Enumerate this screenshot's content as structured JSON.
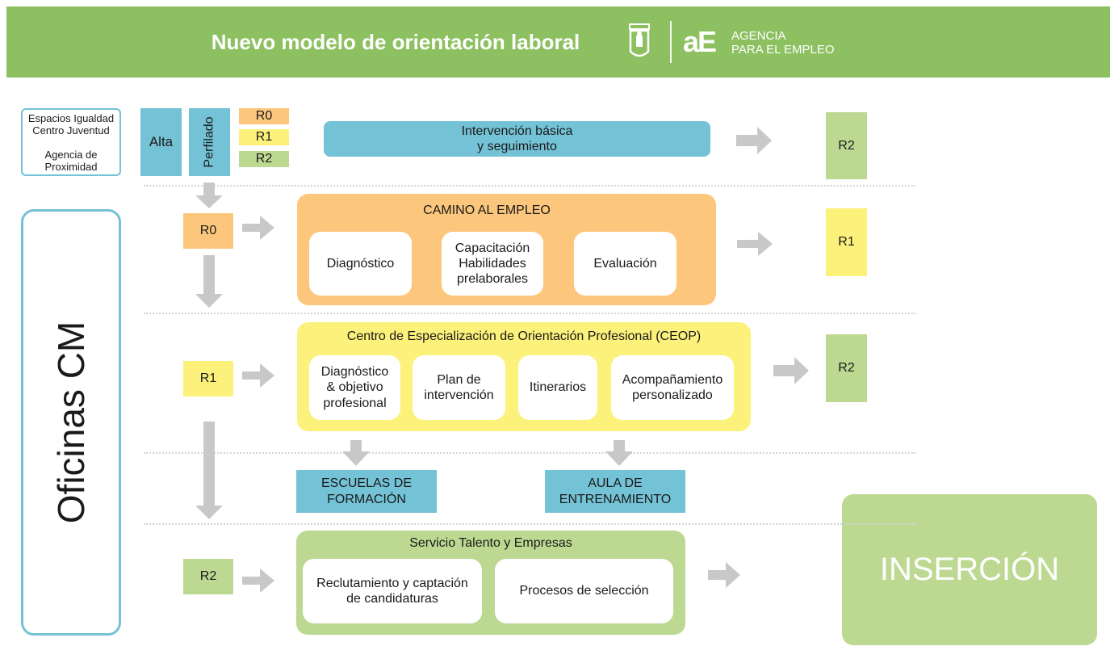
{
  "header": {
    "title": "Nuevo modelo de orientación laboral",
    "agency_logo_text": "aE",
    "agency_name": "AGENCIA\nPARA EL EMPLEO"
  },
  "intake": {
    "sources": "Espacios Igualdad\nCentro Juventud\n\nAgencia de\nProximidad",
    "alta": "Alta",
    "perfilado": "Perfilado",
    "levels": [
      "R0",
      "R1",
      "R2"
    ]
  },
  "row_basic": {
    "intervention": "Intervención básica\ny seguimiento",
    "result": "R2"
  },
  "offices_label": "Oficinas CM",
  "row_r0": {
    "badge": "R0",
    "title": "CAMINO AL EMPLEO",
    "steps": [
      "Diagnóstico",
      "Capacitación\nHabilidades\nprelaborales",
      "Evaluación"
    ],
    "result": "R1"
  },
  "row_r1": {
    "badge": "R1",
    "title": "Centro de Especialización de Orientación Profesional (CEOP)",
    "steps": [
      "Diagnóstico\n& objetivo\nprofesional",
      "Plan de\nintervención",
      "Itinerarios",
      "Acompañamiento\npersonalizado"
    ],
    "result": "R2"
  },
  "training": {
    "schools": "ESCUELAS DE\nFORMACIÓN",
    "classroom": "AULA DE\nENTRENAMIENTO"
  },
  "row_r2": {
    "badge": "R2",
    "title": "Servicio Talento y Empresas",
    "steps": [
      "Reclutamiento y captación\nde candidaturas",
      "Procesos de selección"
    ]
  },
  "outcome": "INSERCIÓN",
  "colors": {
    "header_green": "#8dc061",
    "blue": "#74c2d6",
    "light_green": "#bcd891",
    "yellow": "#fcf17a",
    "orange": "#fcc77c",
    "arrow_gray": "#c8c8c8"
  }
}
